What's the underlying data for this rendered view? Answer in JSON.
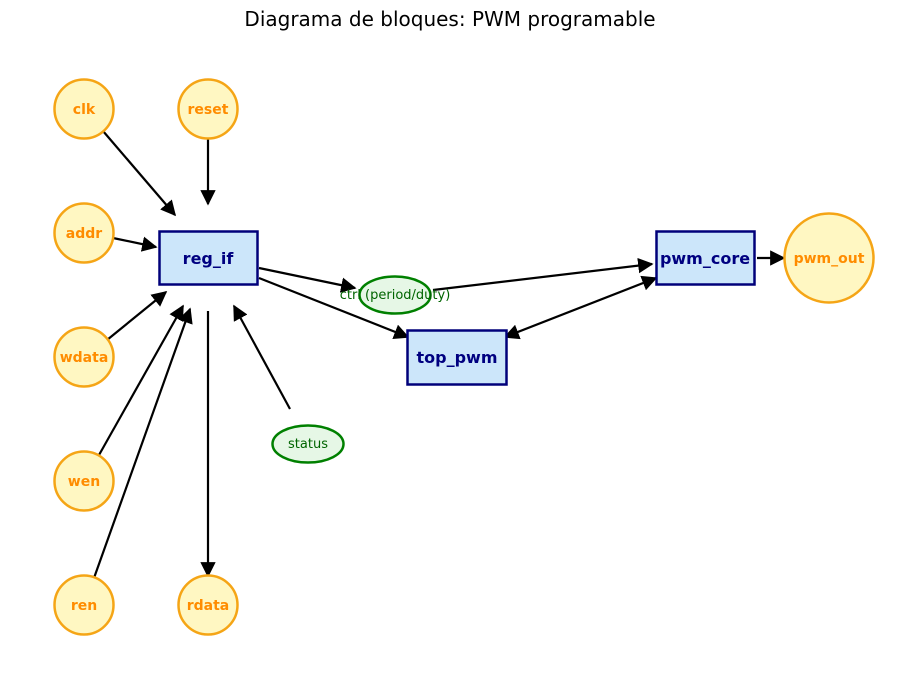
{
  "title": "Diagrama de bloques: PWM programable",
  "colors": {
    "port_fill": "#fff7c2",
    "port_stroke": "#f5a516",
    "port_text": "#ff8c00",
    "block_fill": "#cce6fa",
    "block_stroke": "#00007a",
    "block_text": "#000080",
    "signal_fill": "#e6f7e6",
    "signal_stroke": "#008000",
    "signal_text": "#006400",
    "edge": "#000000"
  },
  "ports": {
    "clk": "clk",
    "reset": "reset",
    "addr": "addr",
    "wdata": "wdata",
    "wen": "wen",
    "ren": "ren",
    "rdata": "rdata",
    "pwm_out": "pwm_out"
  },
  "blocks": {
    "reg_if": "reg_if",
    "pwm_core": "pwm_core",
    "top_pwm": "top_pwm"
  },
  "signals": {
    "ctrl": "ctrl (period/duty)",
    "status": "status"
  },
  "edges": [
    {
      "from": "clk",
      "to": "reg_if"
    },
    {
      "from": "reset",
      "to": "reg_if"
    },
    {
      "from": "addr",
      "to": "reg_if"
    },
    {
      "from": "wdata",
      "to": "reg_if"
    },
    {
      "from": "wen",
      "to": "reg_if"
    },
    {
      "from": "ren",
      "to": "reg_if"
    },
    {
      "from": "reg_if",
      "to": "rdata"
    },
    {
      "from": "status",
      "to": "reg_if"
    },
    {
      "from": "reg_if",
      "to": "ctrl"
    },
    {
      "from": "ctrl",
      "to": "pwm_core"
    },
    {
      "from": "reg_if",
      "to": "top_pwm"
    },
    {
      "from": "pwm_core",
      "to": "top_pwm",
      "bidirectional": true
    },
    {
      "from": "pwm_core",
      "to": "pwm_out"
    }
  ]
}
